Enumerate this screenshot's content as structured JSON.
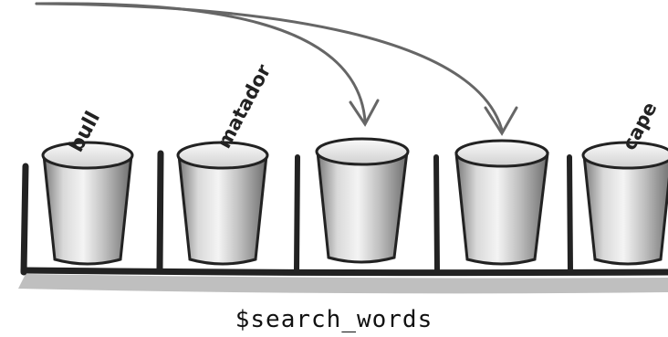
{
  "array": {
    "variable_name": "$search_words",
    "items": [
      {
        "label": "bull"
      },
      {
        "label": "matador"
      },
      {
        "label": ""
      },
      {
        "label": ""
      },
      {
        "label": "cape"
      }
    ]
  }
}
